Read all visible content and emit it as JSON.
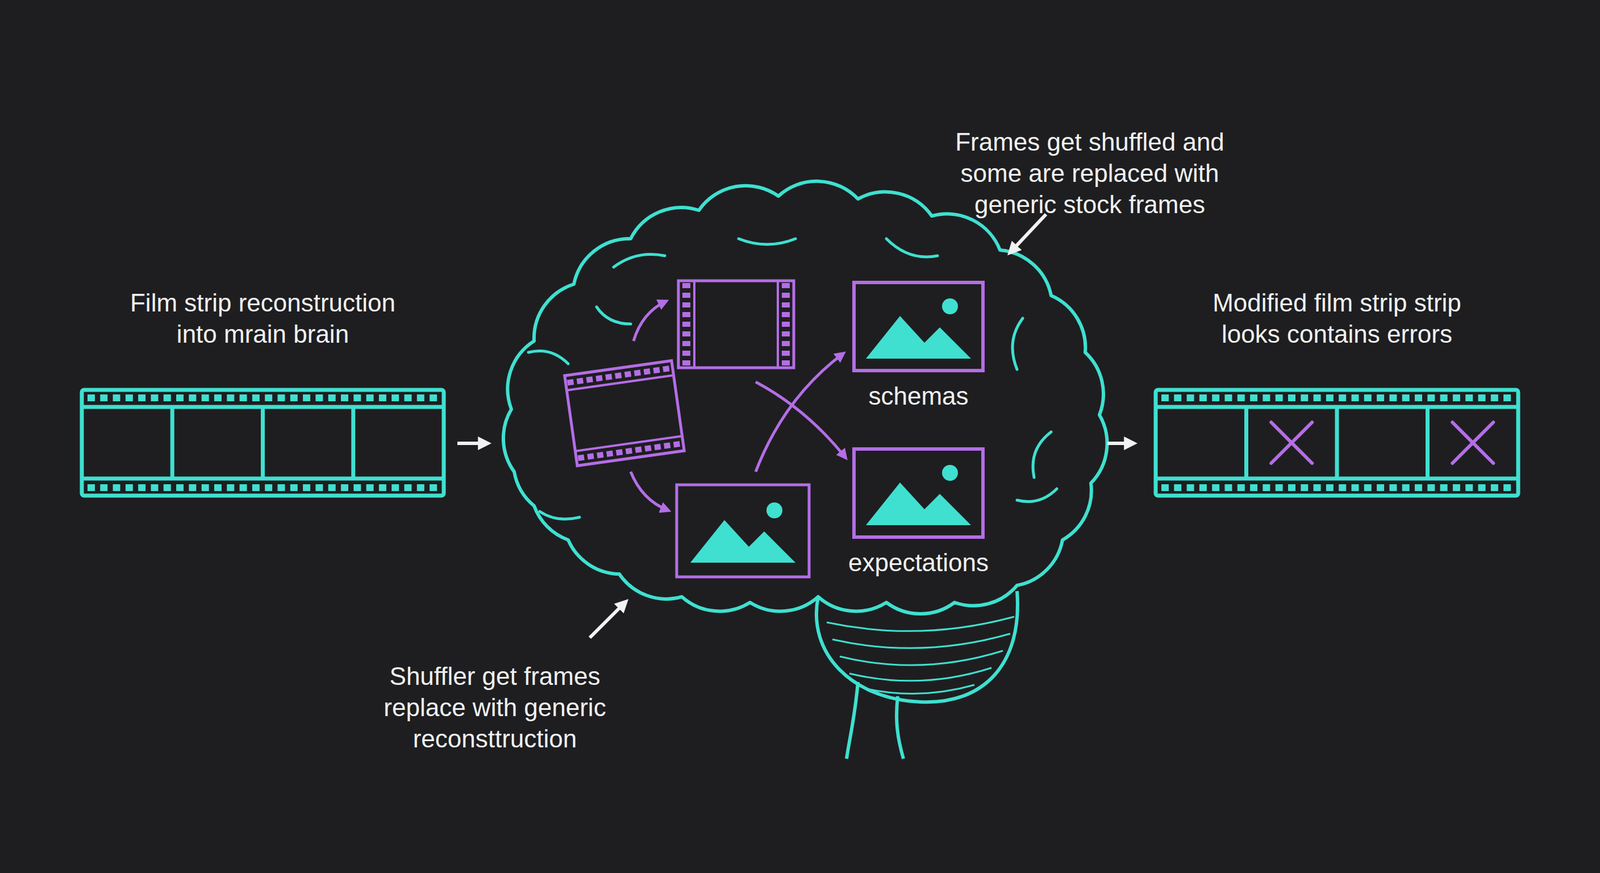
{
  "diagram": {
    "nodes": [
      {
        "text": [
          "Film strip reconstruction into mrain brain"
        ]
      },
      {
        "text": [
          "schemas"
        ]
      },
      {
        "text": [
          "expectations"
        ]
      },
      {
        "text": [
          "Modified film strip strip looks contains errors"
        ]
      }
    ],
    "labels": [
      "Frames get shuffled and some are replaced with generic stock frames",
      "Shuffler get frames replace with generic reconsttruction"
    ]
  }
}
